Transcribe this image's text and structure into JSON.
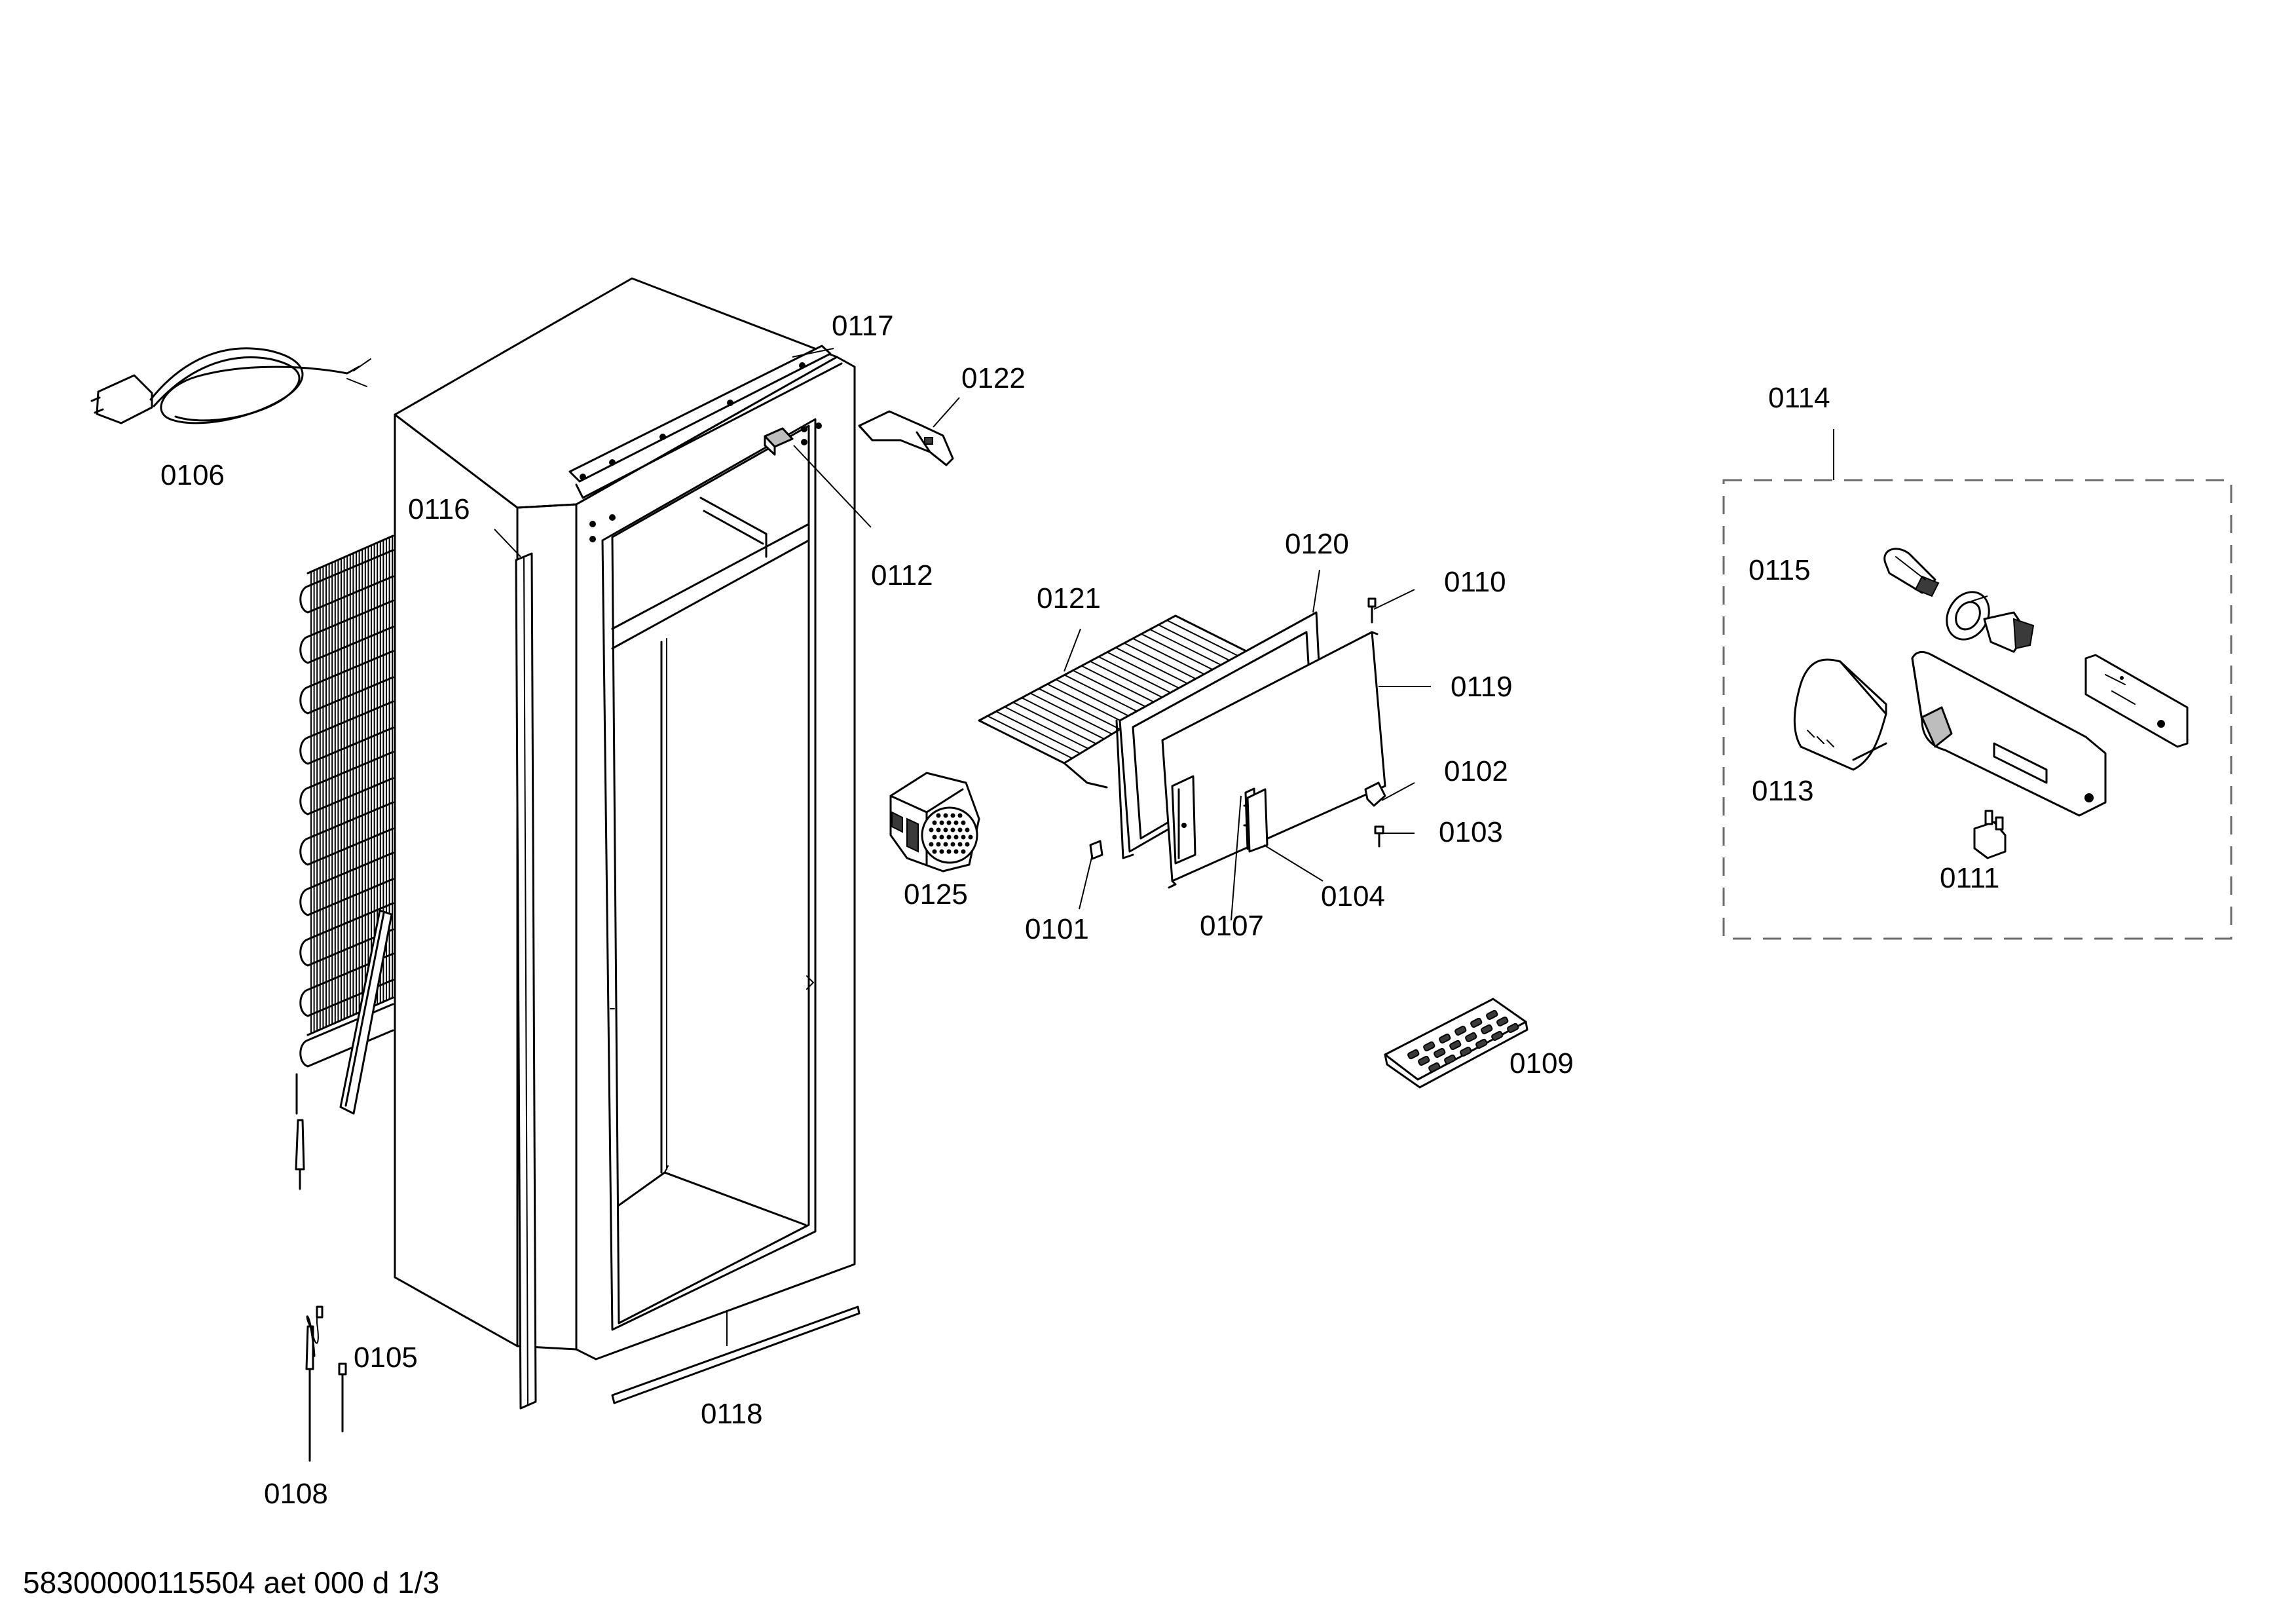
{
  "colors": {
    "background": "#ffffff",
    "line": "#000000",
    "dashed_frame": "#6b6b6b"
  },
  "labels": {
    "p0101": "0101",
    "p0102": "0102",
    "p0103": "0103",
    "p0104": "0104",
    "p0105": "0105",
    "p0106": "0106",
    "p0107": "0107",
    "p0108": "0108",
    "p0109": "0109",
    "p0110": "0110",
    "p0111": "0111",
    "p0112": "0112",
    "p0113": "0113",
    "p0114": "0114",
    "p0115": "0115",
    "p0116": "0116",
    "p0117": "0117",
    "p0118": "0118",
    "p0119": "0119",
    "p0120": "0120",
    "p0121": "0121",
    "p0122": "0122",
    "p0125": "0125"
  },
  "footer": {
    "document_code": "58300000115504 aet 000 d 1/3"
  }
}
